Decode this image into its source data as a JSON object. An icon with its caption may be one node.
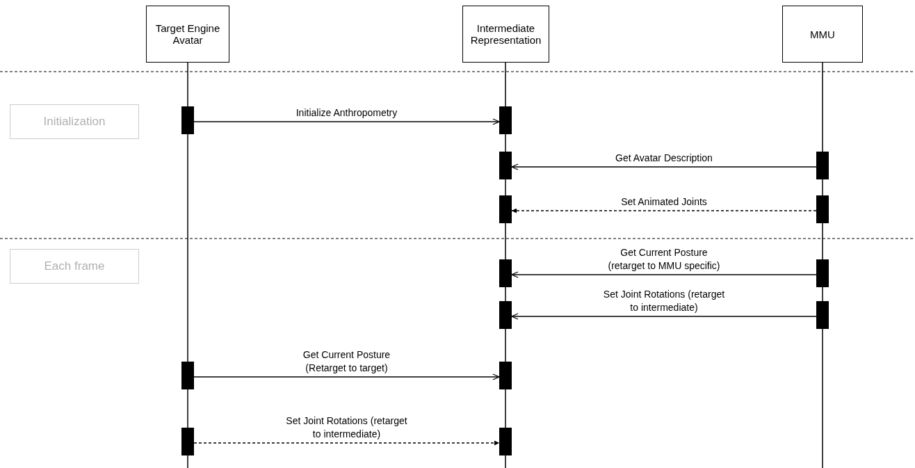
{
  "diagram": {
    "nodes": [
      {
        "text": [
          "Target Engine Avatar"
        ]
      },
      {
        "text": [
          "Intermediate Representation"
        ]
      },
      {
        "text": [
          "MMU"
        ]
      },
      {
        "text": [
          "Initialization"
        ]
      },
      {
        "text": [],
        "shape": "bar"
      },
      {
        "text": [],
        "shape": "bar"
      },
      {
        "text": [],
        "shape": "bar"
      },
      {
        "text": [],
        "shape": "bar"
      },
      {
        "text": [],
        "shape": "bar"
      },
      {
        "text": [],
        "shape": "bar"
      },
      {
        "text": [
          "Each frame"
        ]
      },
      {
        "text": [],
        "shape": "bar"
      },
      {
        "text": [],
        "shape": "bar"
      },
      {
        "text": [],
        "shape": "bar"
      },
      {
        "text": [],
        "shape": "bar"
      },
      {
        "text": [],
        "shape": "bar"
      },
      {
        "text": [],
        "shape": "bar"
      },
      {
        "text": [],
        "shape": "bar"
      },
      {
        "text": [],
        "shape": "bar"
      }
    ],
    "edges": [
      {
        "from": 4,
        "to": 5,
        "arrow": "to",
        "label": "Initialize Anthropometry"
      },
      {
        "from": 7,
        "to": 6,
        "arrow": "to",
        "label": "Get Avatar Description"
      },
      {
        "from": 9,
        "to": 8,
        "arrow": "to",
        "label": "Set Animated Joints",
        "style": "dashed"
      },
      {
        "from": 12,
        "to": 11,
        "arrow": "to",
        "label": "Get Current Posture (retarget to MMU specific)"
      },
      {
        "from": 14,
        "to": 13,
        "arrow": "to",
        "label": "Set Joint Rotations (retarget to intermediate)"
      },
      {
        "from": 15,
        "to": 16,
        "arrow": "to",
        "label": "Get Current Posture (Retarget to target)"
      },
      {
        "from": 17,
        "to": 18,
        "arrow": "to",
        "label": "Set Joint Rotations (retarget to intermediate)",
        "style": "dashed"
      }
    ]
  }
}
